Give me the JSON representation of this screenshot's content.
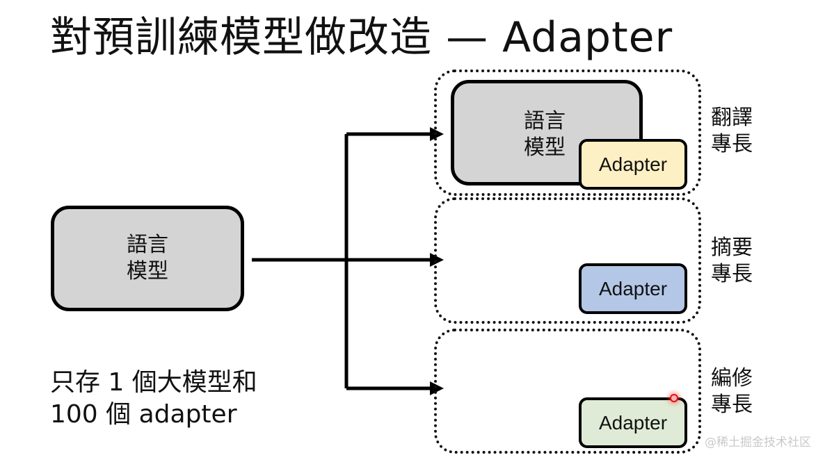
{
  "title": "對預訓練模型做改造 — Adapter",
  "base_model": {
    "line1": "語言",
    "line2": "模型"
  },
  "top_model": {
    "line1": "語言",
    "line2": "模型"
  },
  "branches": [
    {
      "adapter_label": "Adapter",
      "adapter_color": "#fdf0c4",
      "specialty_line1": "翻譯",
      "specialty_line2": "專長"
    },
    {
      "adapter_label": "Adapter",
      "adapter_color": "#b4c7e7",
      "specialty_line1": "摘要",
      "specialty_line2": "專長"
    },
    {
      "adapter_label": "Adapter",
      "adapter_color": "#dfebd6",
      "specialty_line1": "編修",
      "specialty_line2": "專長"
    }
  ],
  "note": {
    "line1": "只存 1 個大模型和",
    "line2": "100 個 adapter"
  },
  "watermark": "@稀土掘金技术社区",
  "colors": {
    "model_fill": "#d4d4d4",
    "stroke": "#000000"
  }
}
